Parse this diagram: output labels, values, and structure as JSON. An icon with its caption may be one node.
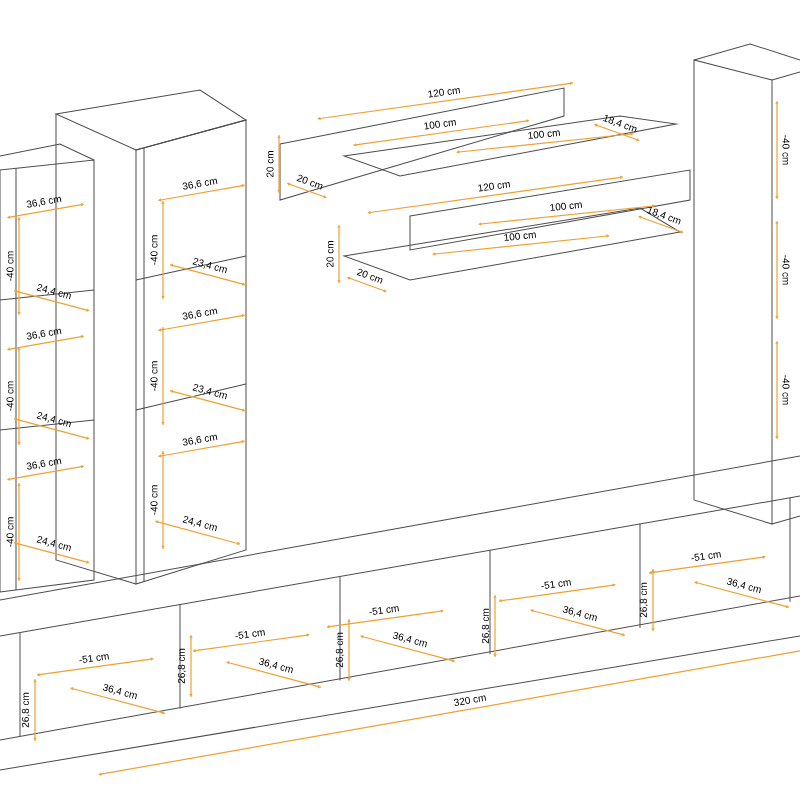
{
  "diagram": {
    "labels": [
      "36,6 cm",
      "-40 cm",
      "24,4 cm",
      "36,6 cm",
      "-40 cm",
      "24,4 cm",
      "36,6 cm",
      "-40 cm",
      "24,4 cm",
      "36,6 cm",
      "-40 cm",
      "23,4 cm",
      "36,6 cm",
      "-40 cm",
      "23,4 cm",
      "36,6 cm",
      "-40 cm",
      "24,4 cm",
      "120 cm",
      "100 cm",
      "20 cm",
      "100 cm",
      "18,4 cm",
      "20 cm",
      "120 cm",
      "100 cm",
      "18,4 cm",
      "100 cm",
      "20 cm",
      "20 cm",
      "-40 cm",
      "-40 cm",
      "-40 cm",
      "-51 cm",
      "26,8 cm",
      "36,4 cm",
      "26,8 cm",
      "-51 cm",
      "36,4 cm",
      "26,8 cm",
      "-51 cm",
      "36,4 cm",
      "26,8 cm",
      "-51 cm",
      "36,4 cm",
      "26,8 cm",
      "-51 cm",
      "36,4 cm",
      "320 cm"
    ]
  }
}
